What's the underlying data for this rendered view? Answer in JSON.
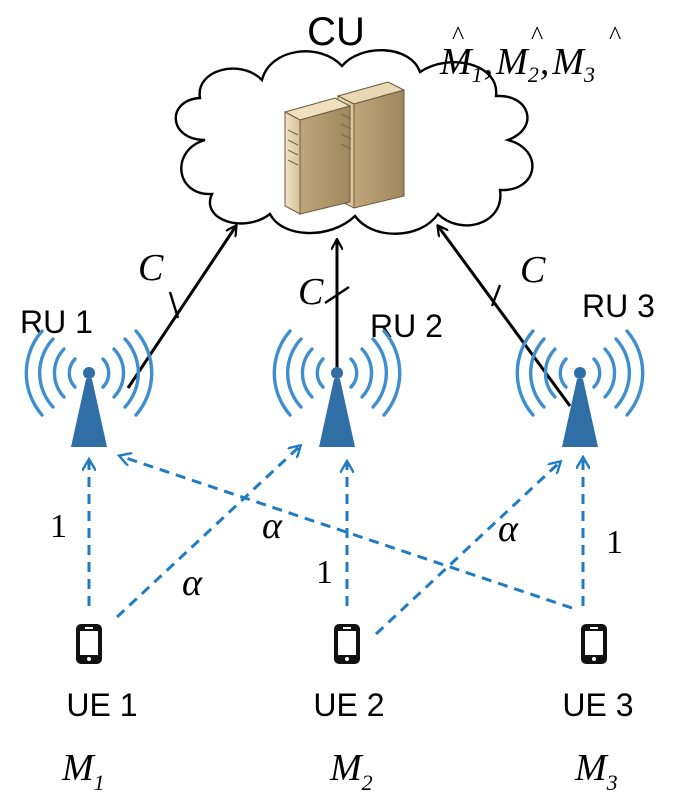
{
  "cu": {
    "label": "CU",
    "estimates": {
      "m1": "M",
      "s1": "1",
      "m2": "M",
      "s2": "2",
      "m3": "M",
      "s3": "3",
      "sep": ","
    }
  },
  "fronthaul": {
    "capacity_label": "C"
  },
  "rus": [
    {
      "label": "RU 1"
    },
    {
      "label": "RU 2"
    },
    {
      "label": "RU 3"
    }
  ],
  "links": {
    "direct_gain": "1",
    "cross_gain": "α"
  },
  "ues": [
    {
      "label": "UE 1",
      "message": "M",
      "sub": "1"
    },
    {
      "label": "UE 2",
      "message": "M",
      "sub": "2"
    },
    {
      "label": "UE 3",
      "message": "M",
      "sub": "3"
    }
  ],
  "colors": {
    "signal_blue": "#1f7bc4",
    "antenna_blue": "#2f6fa6",
    "wave_blue": "#3f8fd0",
    "black": "#000000"
  }
}
